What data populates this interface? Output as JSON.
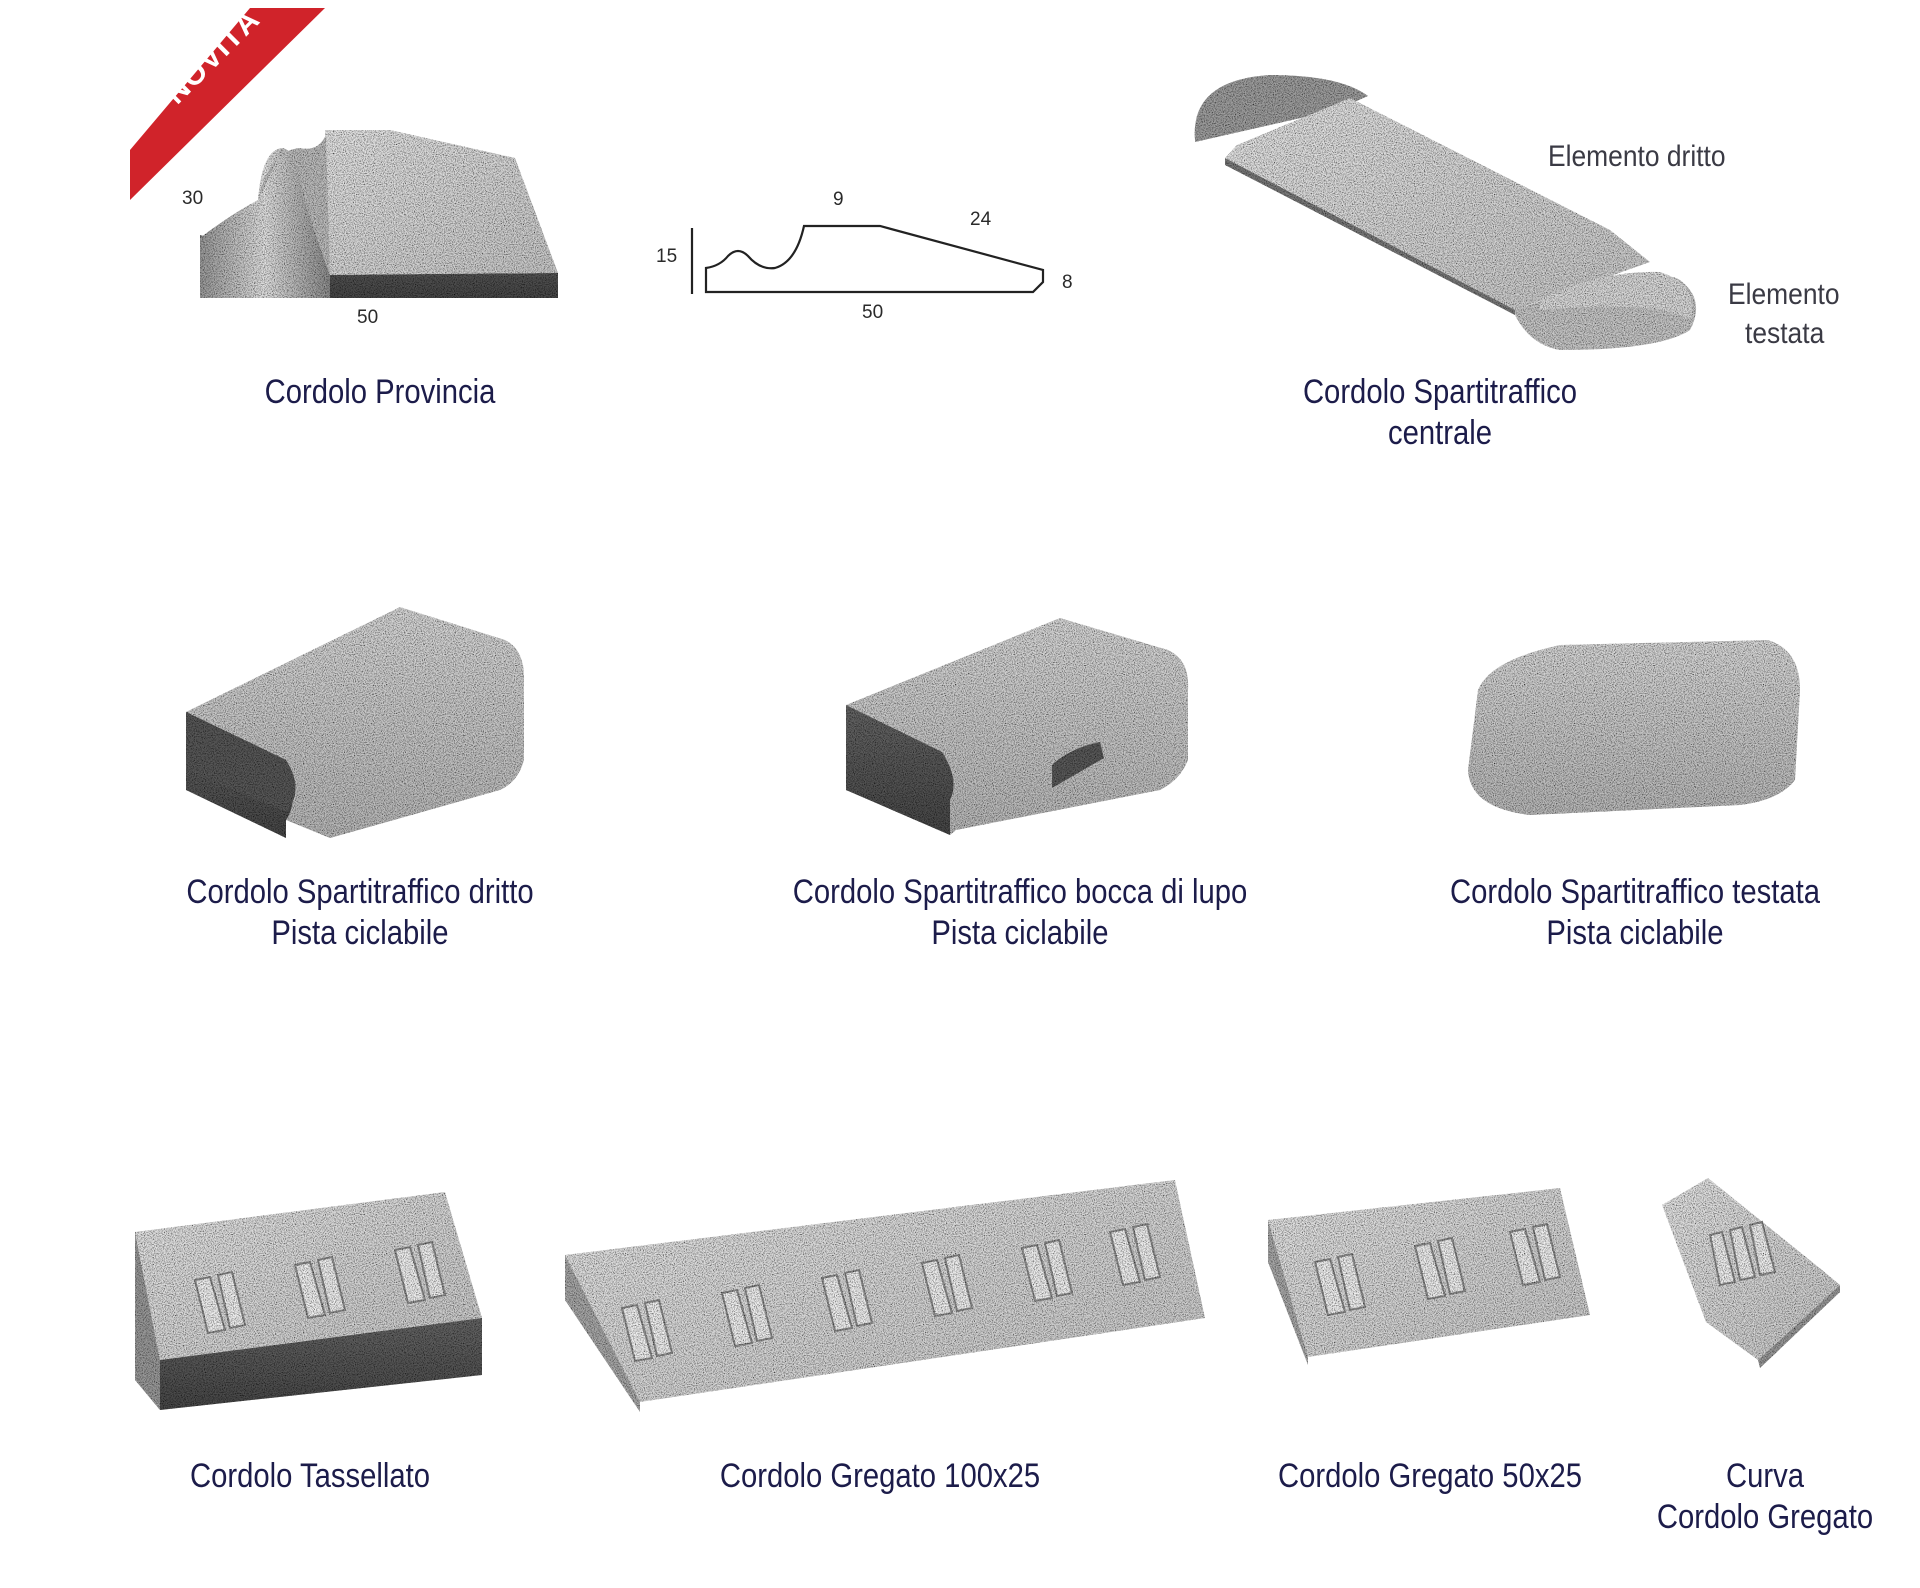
{
  "badge": {
    "label": "NOVITÀ",
    "color": "#d0232a"
  },
  "provincia": {
    "caption": "Cordolo Provincia",
    "photo_dims": {
      "height": "30",
      "width": "50"
    },
    "profile_dims": {
      "height": "15",
      "top": "9",
      "slope": "24",
      "end": "8",
      "width": "50"
    }
  },
  "centrale": {
    "caption_line1": "Cordolo Spartitraffico",
    "caption_line2": "centrale",
    "label_dritto": "Elemento dritto",
    "label_testata_line1": "Elemento",
    "label_testata_line2": "testata"
  },
  "row2": [
    {
      "line1": "Cordolo Spartitraffico dritto",
      "line2": "Pista ciclabile"
    },
    {
      "line1": "Cordolo Spartitraffico bocca di lupo",
      "line2": "Pista ciclabile"
    },
    {
      "line1": "Cordolo Spartitraffico testata",
      "line2": "Pista ciclabile"
    }
  ],
  "row3": [
    {
      "line1": "Cordolo Tassellato"
    },
    {
      "line1": "Cordolo Gregato 100x25"
    },
    {
      "line1": "Cordolo Gregato 50x25"
    },
    {
      "line1": "Curva",
      "line2": "Cordolo Gregato"
    }
  ],
  "colors": {
    "caption": "#1c1c4a",
    "concrete_light": "#d4d4d4",
    "concrete_dark": "#555555"
  }
}
